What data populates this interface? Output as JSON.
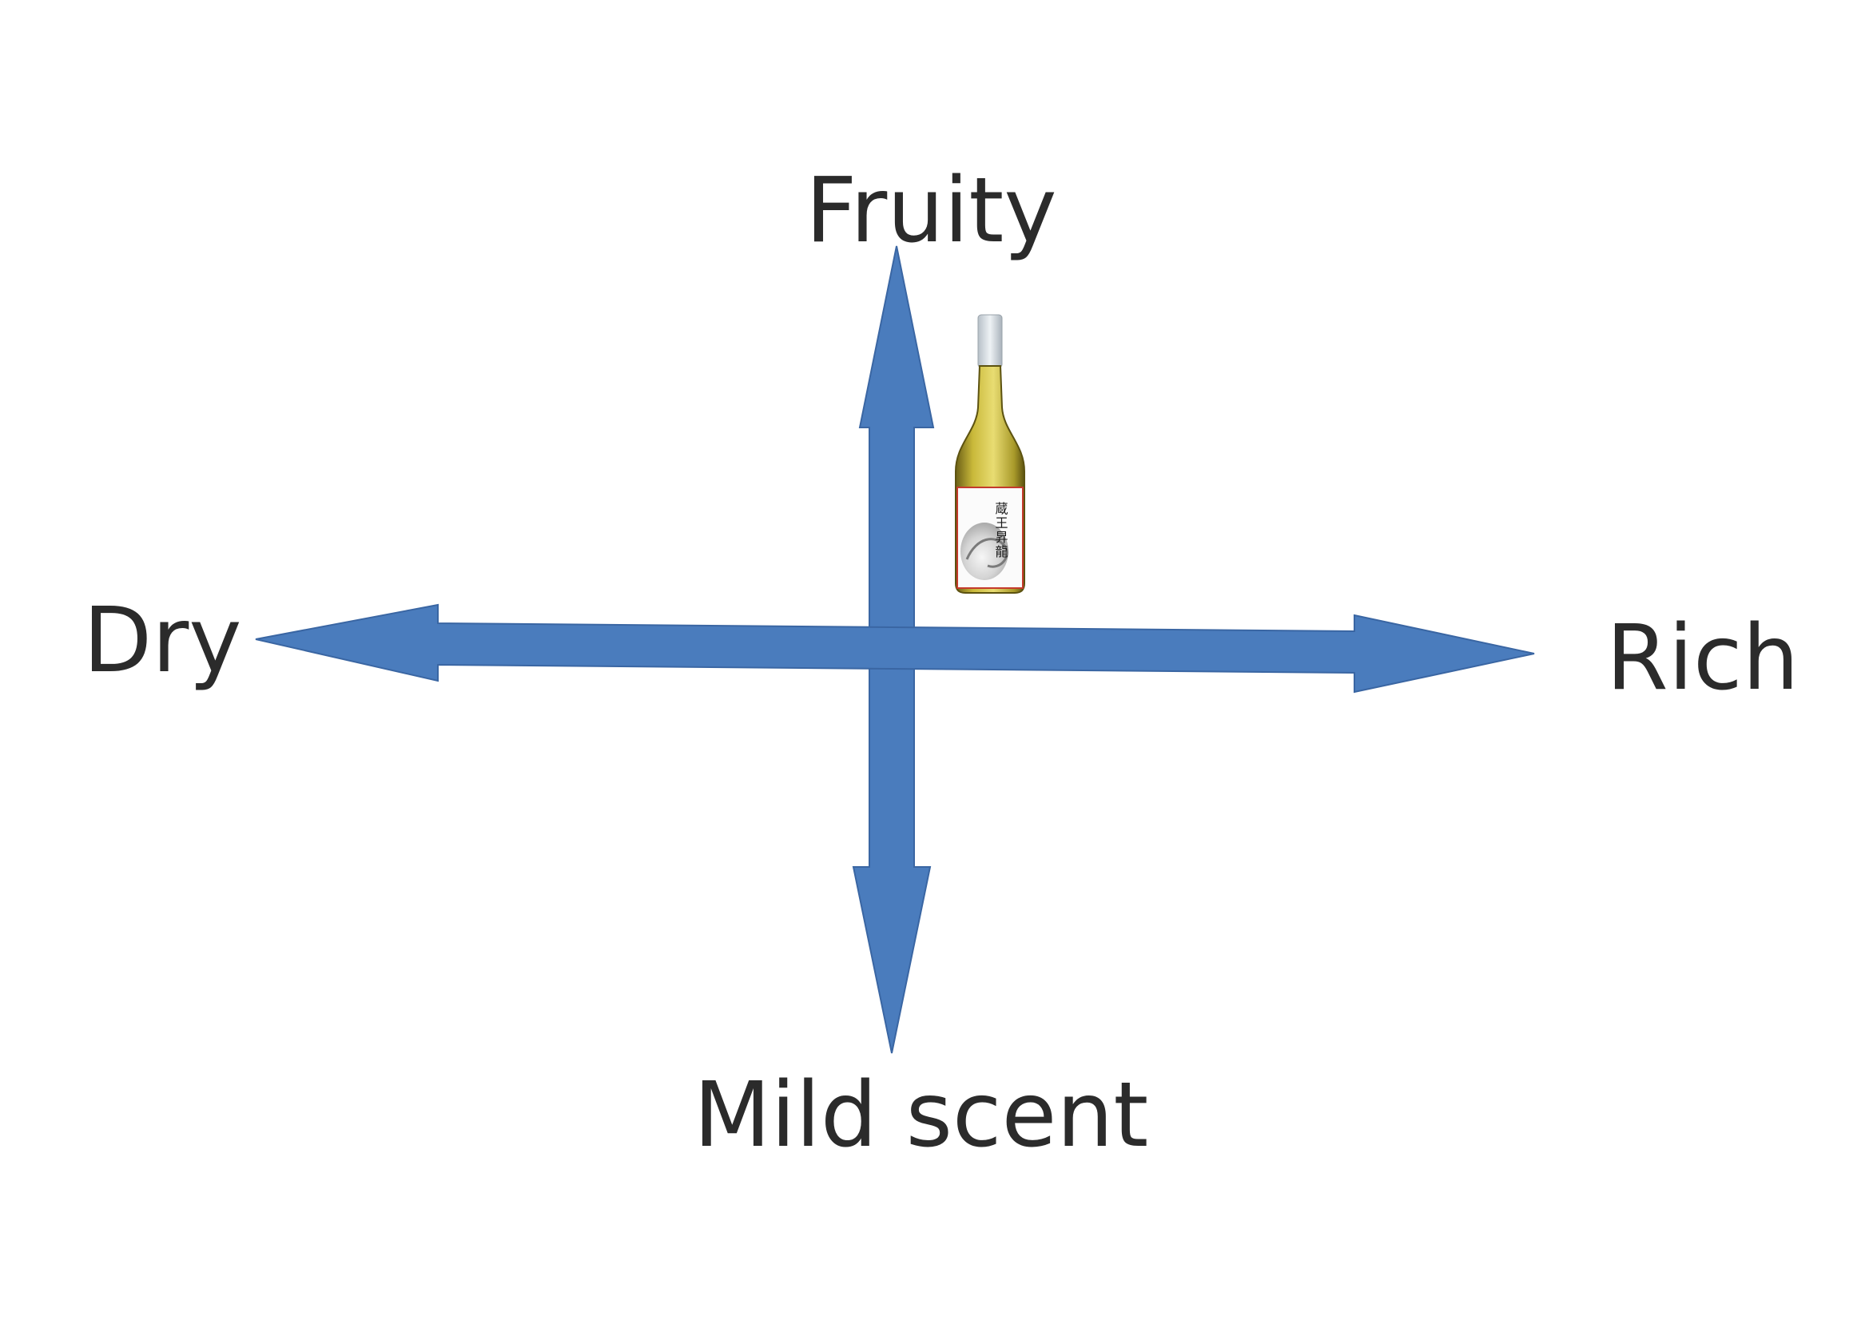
{
  "labels": {
    "top": "Fruity",
    "bottom": "Mild scent",
    "left": "Dry",
    "right": "Rich"
  },
  "colors": {
    "arrow": "#4a7cbd",
    "text": "#2b2b2b",
    "background": "#ffffff"
  },
  "marker": {
    "icon": "sake-bottle-icon",
    "label_text": "蔵王昇龍"
  }
}
